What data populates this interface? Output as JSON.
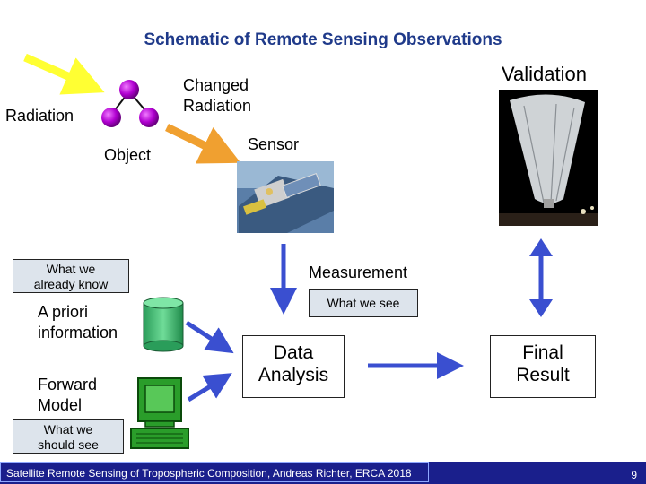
{
  "title": "Schematic of Remote Sensing Observations",
  "labels": {
    "radiation": "Radiation",
    "changed_radiation_line1": "Changed",
    "changed_radiation_line2": "Radiation",
    "object": "Object",
    "sensor": "Sensor",
    "validation": "Validation",
    "measurement": "Measurement",
    "a_priori_line1": "A priori",
    "a_priori_line2": "information",
    "forward_model_line1": "Forward",
    "forward_model_line2": "Model"
  },
  "boxes": {
    "what_we_already_know_line1": "What we",
    "what_we_already_know_line2": "already know",
    "what_we_see": "What we see",
    "what_we_should_see_line1": "What we",
    "what_we_should_see_line2": "should see",
    "data_analysis_line1": "Data",
    "data_analysis_line2": "Analysis",
    "final_result_line1": "Final",
    "final_result_line2": "Result"
  },
  "footer": {
    "text": "Satellite Remote Sensing of Tropospheric Composition, Andreas Richter, ERCA  2018",
    "page": "9"
  },
  "colors": {
    "title": "#1f3a8a",
    "arrow_blue": "#3a4fd0",
    "arrow_yellow": "#ffff33",
    "arrow_orange": "#f0a030",
    "molecule": "#b000d0",
    "cylinder": "#3cb878",
    "computer": "#2a9d2a",
    "footer_bg": "#1a1f8c",
    "box_bg": "#dde4ec"
  },
  "icons": {
    "molecule": "molecule-icon",
    "satellite": "satellite-image",
    "balloon": "balloon-image",
    "database": "database-cylinder-icon",
    "computer": "computer-icon"
  }
}
